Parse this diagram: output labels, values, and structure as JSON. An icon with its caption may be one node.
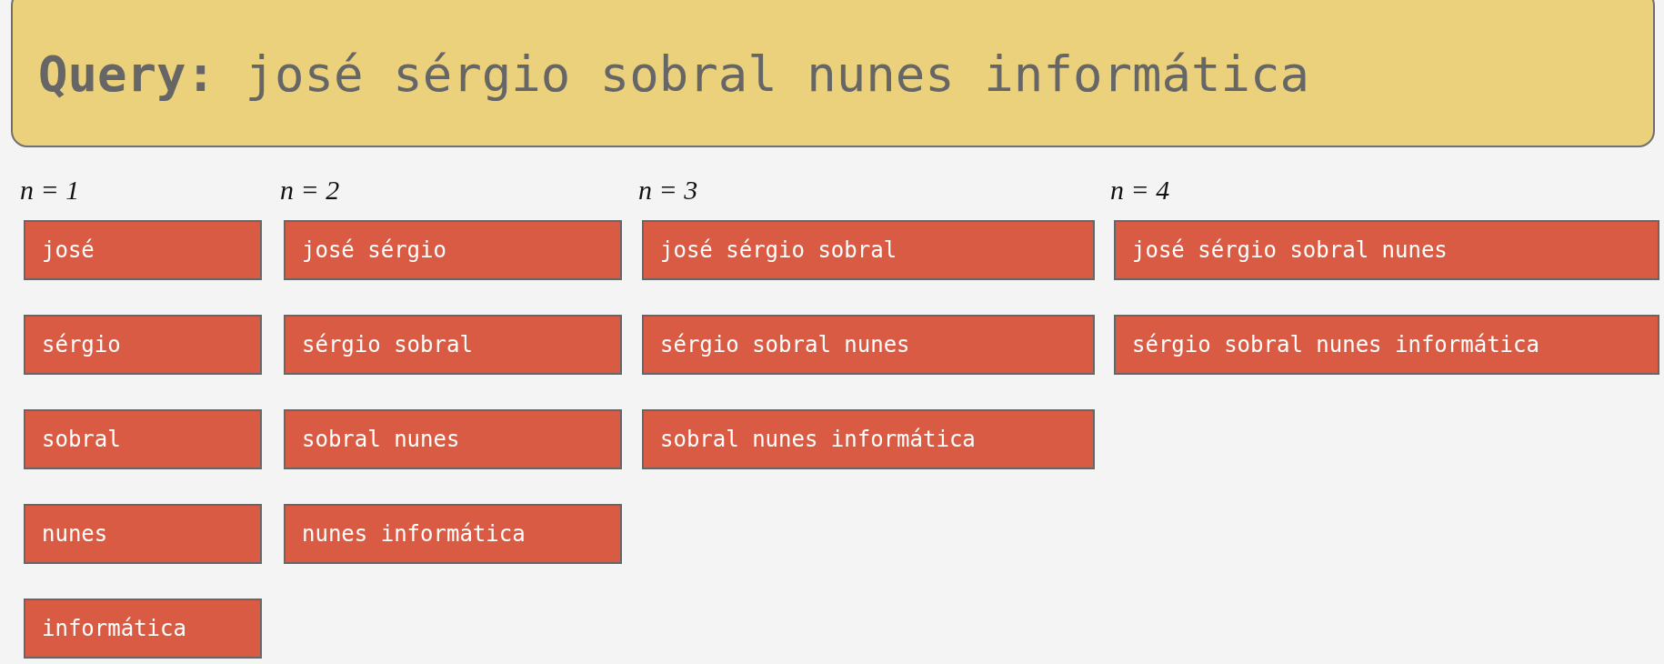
{
  "diagram": {
    "nodes": [
      {
        "text": [
          "**Query:** josé sérgio sobral nunes informática"
        ]
      },
      {
        "text": [
          "josé"
        ]
      },
      {
        "text": [
          "sérgio"
        ]
      },
      {
        "text": [
          "sobral"
        ]
      },
      {
        "text": [
          "nunes"
        ]
      },
      {
        "text": [
          "informática"
        ]
      },
      {
        "text": [
          "josé sérgio"
        ]
      },
      {
        "text": [
          "sérgio sobral"
        ]
      },
      {
        "text": [
          "sobral nunes"
        ]
      },
      {
        "text": [
          "nunes informática"
        ]
      },
      {
        "text": [
          "josé sérgio sobral"
        ]
      },
      {
        "text": [
          "sérgio sobral nunes"
        ]
      },
      {
        "text": [
          "sobral nunes informática"
        ]
      },
      {
        "text": [
          "josé sérgio sobral nunes"
        ]
      },
      {
        "text": [
          "sérgio sobral nunes informática"
        ]
      }
    ],
    "labels": [
      "n = 1",
      "n = 2",
      "n = 3",
      "n = 4"
    ]
  }
}
